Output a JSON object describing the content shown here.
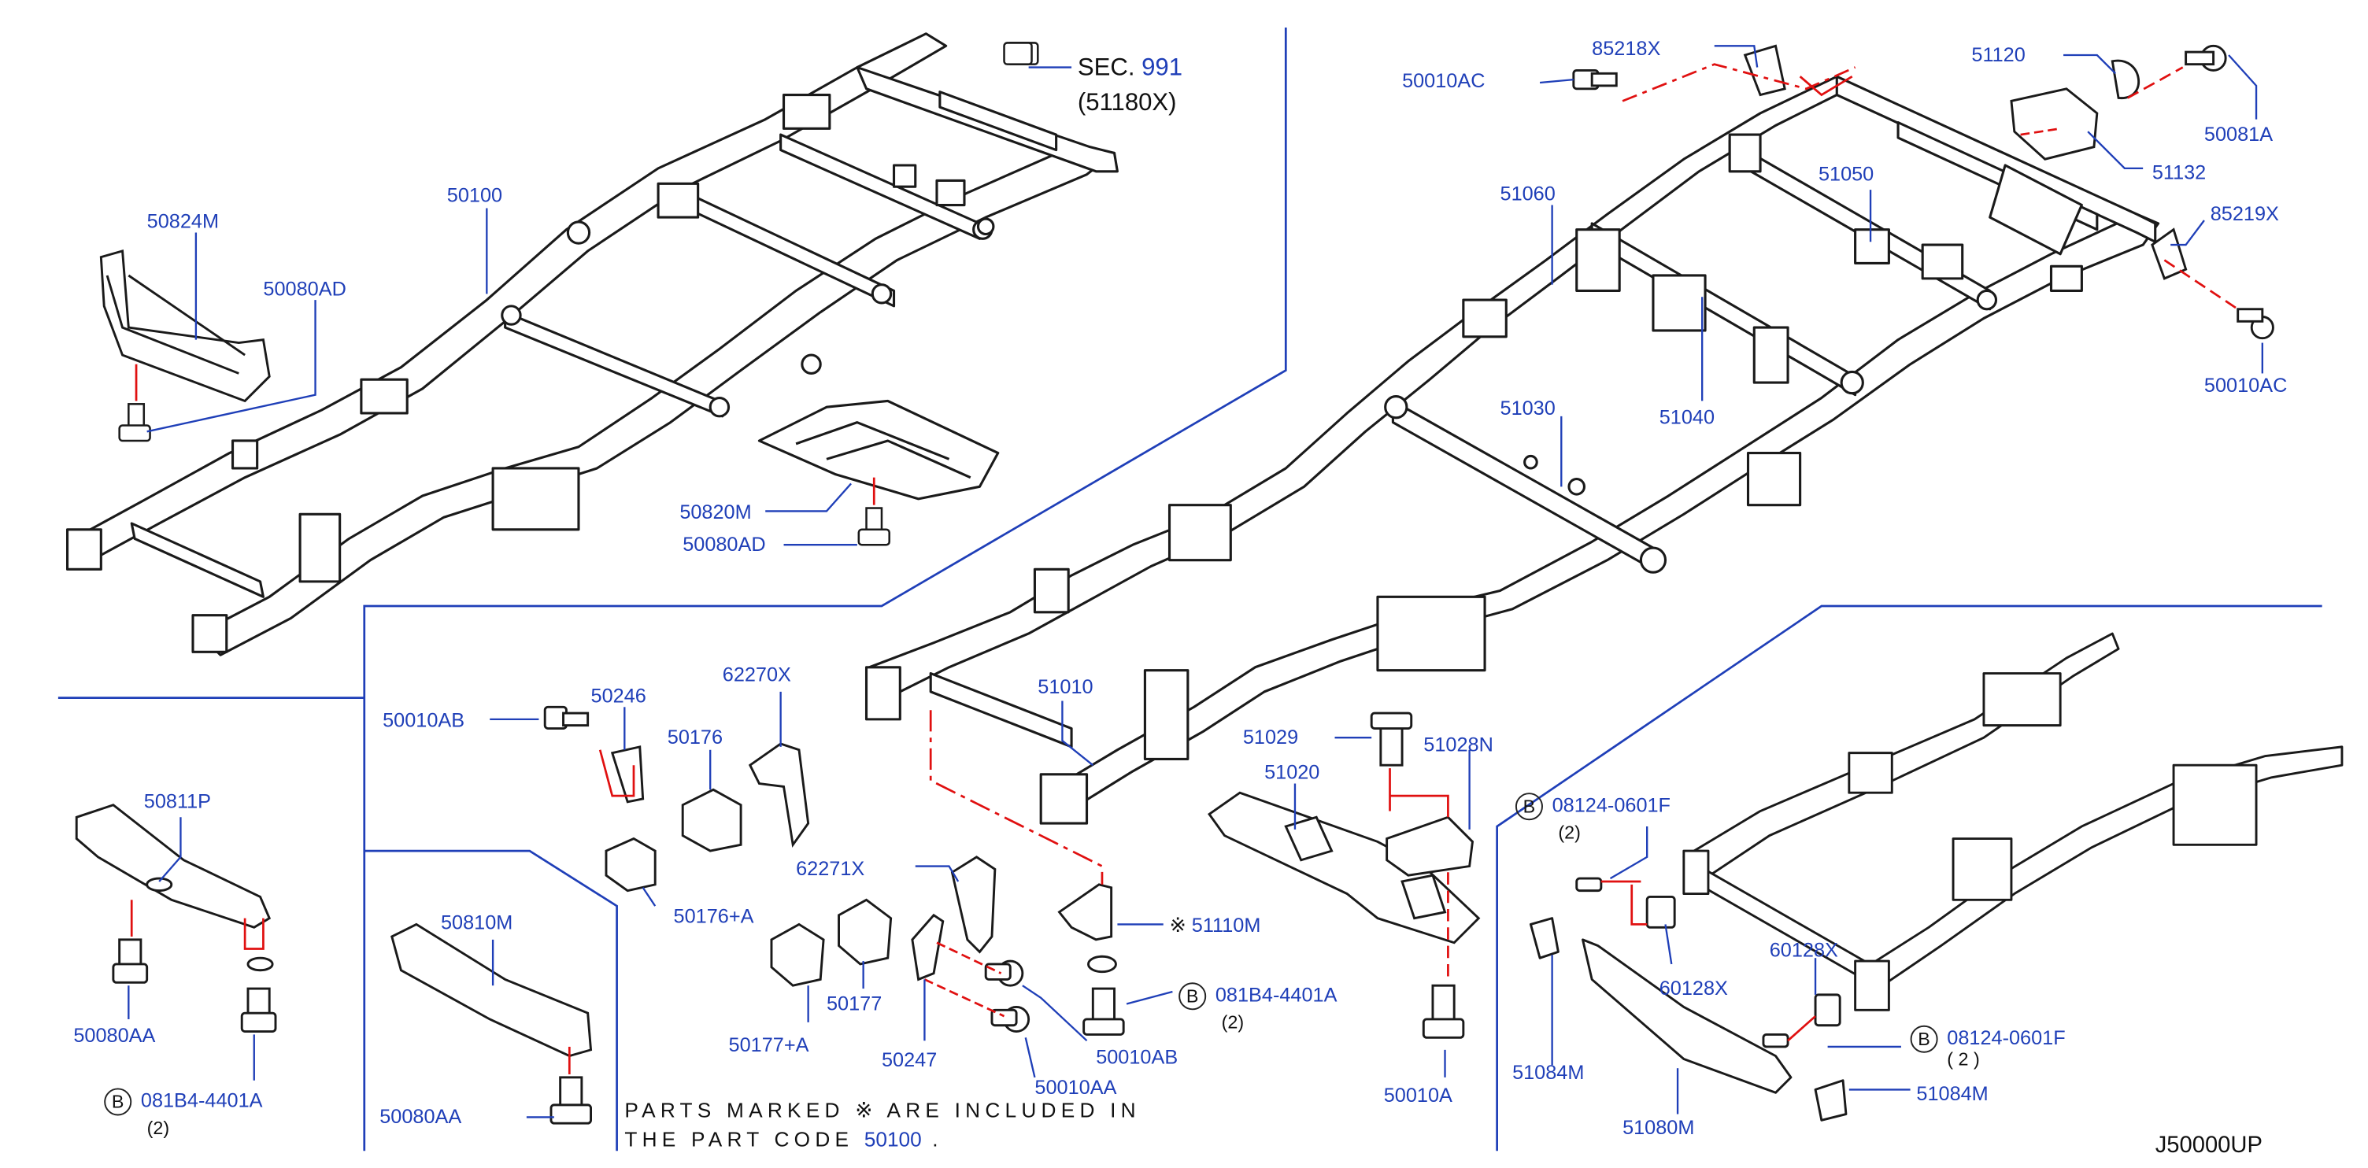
{
  "diagram": {
    "sec_ref": {
      "prefix": "SEC.",
      "number": "991",
      "sub": "(51180X)"
    },
    "labels": {
      "p50824M": "50824M",
      "p50080AD_a": "50080AD",
      "p50100": "50100",
      "p50820M": "50820M",
      "p50080AD_b": "50080AD",
      "p85218X": "85218X",
      "p50010AC_a": "50010AC",
      "p51120": "51120",
      "p50081A": "50081A",
      "p51132": "51132",
      "p85219X": "85219X",
      "p50010AC_b": "50010AC",
      "p51060": "51060",
      "p51050": "51050",
      "p51040": "51040",
      "p51030": "51030",
      "p51010": "51010",
      "p51029": "51029",
      "p51028N": "51028N",
      "p51020": "51020",
      "p50010A": "50010A",
      "p51110M": "51110M",
      "p62270X": "62270X",
      "p50010AB_a": "50010AB",
      "p50246": "50246",
      "p50176": "50176",
      "p50176A": "50176+A",
      "p62271X": "62271X",
      "p50177": "50177",
      "p50177A": "50177+A",
      "p50247": "50247",
      "p50010AB_b": "50010AB",
      "p50010AA": "50010AA",
      "p50811P": "50811P",
      "p50080AA_a": "50080AA",
      "p50810M": "50810M",
      "p50080AA_b": "50080AA",
      "p60128X_a": "60128X",
      "p60128X_b": "60128X",
      "p51084M_a": "51084M",
      "p51084M_b": "51084M",
      "p51080M": "51080M"
    },
    "circled": {
      "b1": {
        "mark": "B",
        "code": "081B4-4401A",
        "qty": "(2)"
      },
      "b2": {
        "mark": "B",
        "code": "081B4-4401A",
        "qty": "(2)"
      },
      "b3": {
        "mark": "B",
        "code": "08124-0601F",
        "qty": "(2)"
      },
      "b4": {
        "mark": "B",
        "code": "08124-0601F",
        "qty": "( 2 )"
      }
    },
    "marker_glyph": "※",
    "note": {
      "line1_a": "PARTS  MARKED",
      "line1_mark": "※",
      "line1_b": "ARE  INCLUDED  IN",
      "line2_a": "THE  PART  CODE",
      "line2_code": "50100",
      "line2_end": "."
    },
    "drawing_ref": "J50000UP",
    "colors": {
      "line": "#1a1a1a",
      "label": "#1f3fb8",
      "leader": "#1f3fb8",
      "dash": "#e01010"
    }
  }
}
